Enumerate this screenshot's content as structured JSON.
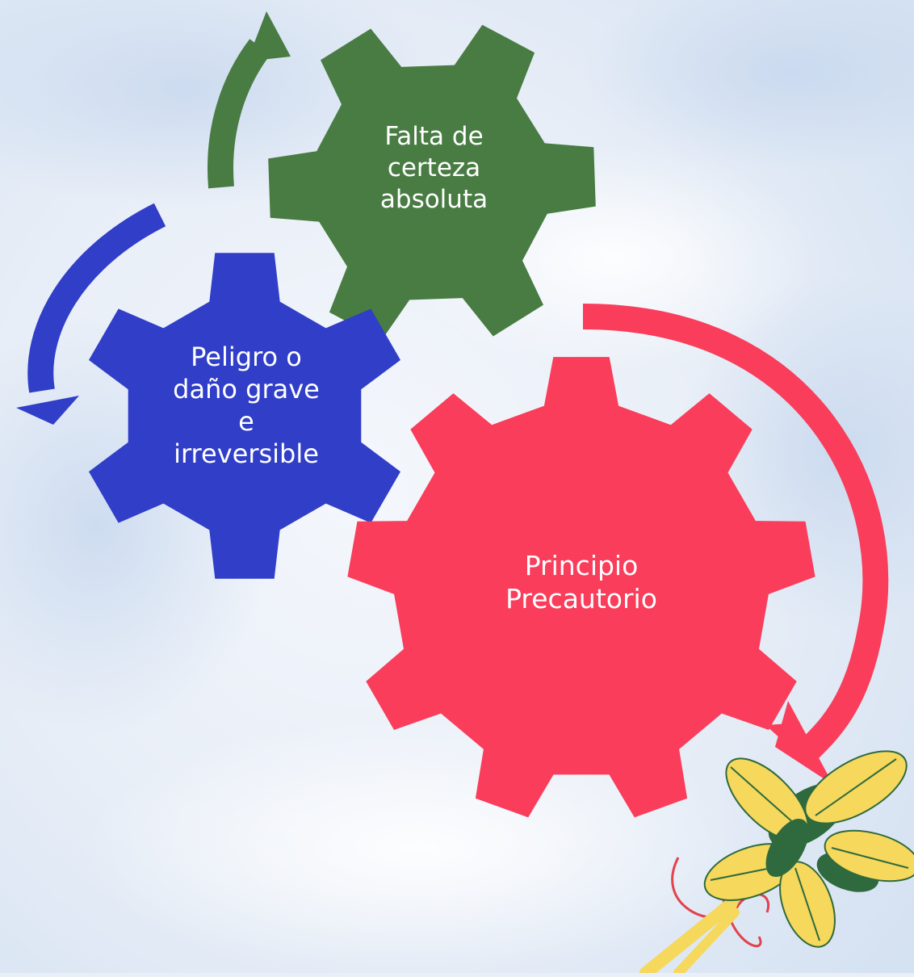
{
  "diagram": {
    "gears": [
      {
        "id": "green",
        "label": "Falta de\ncerteza\nabsoluta",
        "color": "#487c43"
      },
      {
        "id": "blue",
        "label": "Peligro o\ndaño grave\ne\nirreversible",
        "color": "#303ec8"
      },
      {
        "id": "red",
        "label": "Principio\nPrecautorio",
        "color": "#f93d5b"
      }
    ],
    "arrows": [
      {
        "id": "green-arrow",
        "color": "#487c43"
      },
      {
        "id": "blue-arrow",
        "color": "#303ec8"
      },
      {
        "id": "red-arrow",
        "color": "#f93d5b"
      }
    ]
  },
  "decoration": {
    "leaves_primary": "#f5d85c",
    "leaves_secondary": "#2f6a3e",
    "ribbon": "#e2424c",
    "background_light": "#f3f6fb",
    "background_blue": "#c7d8ee"
  }
}
